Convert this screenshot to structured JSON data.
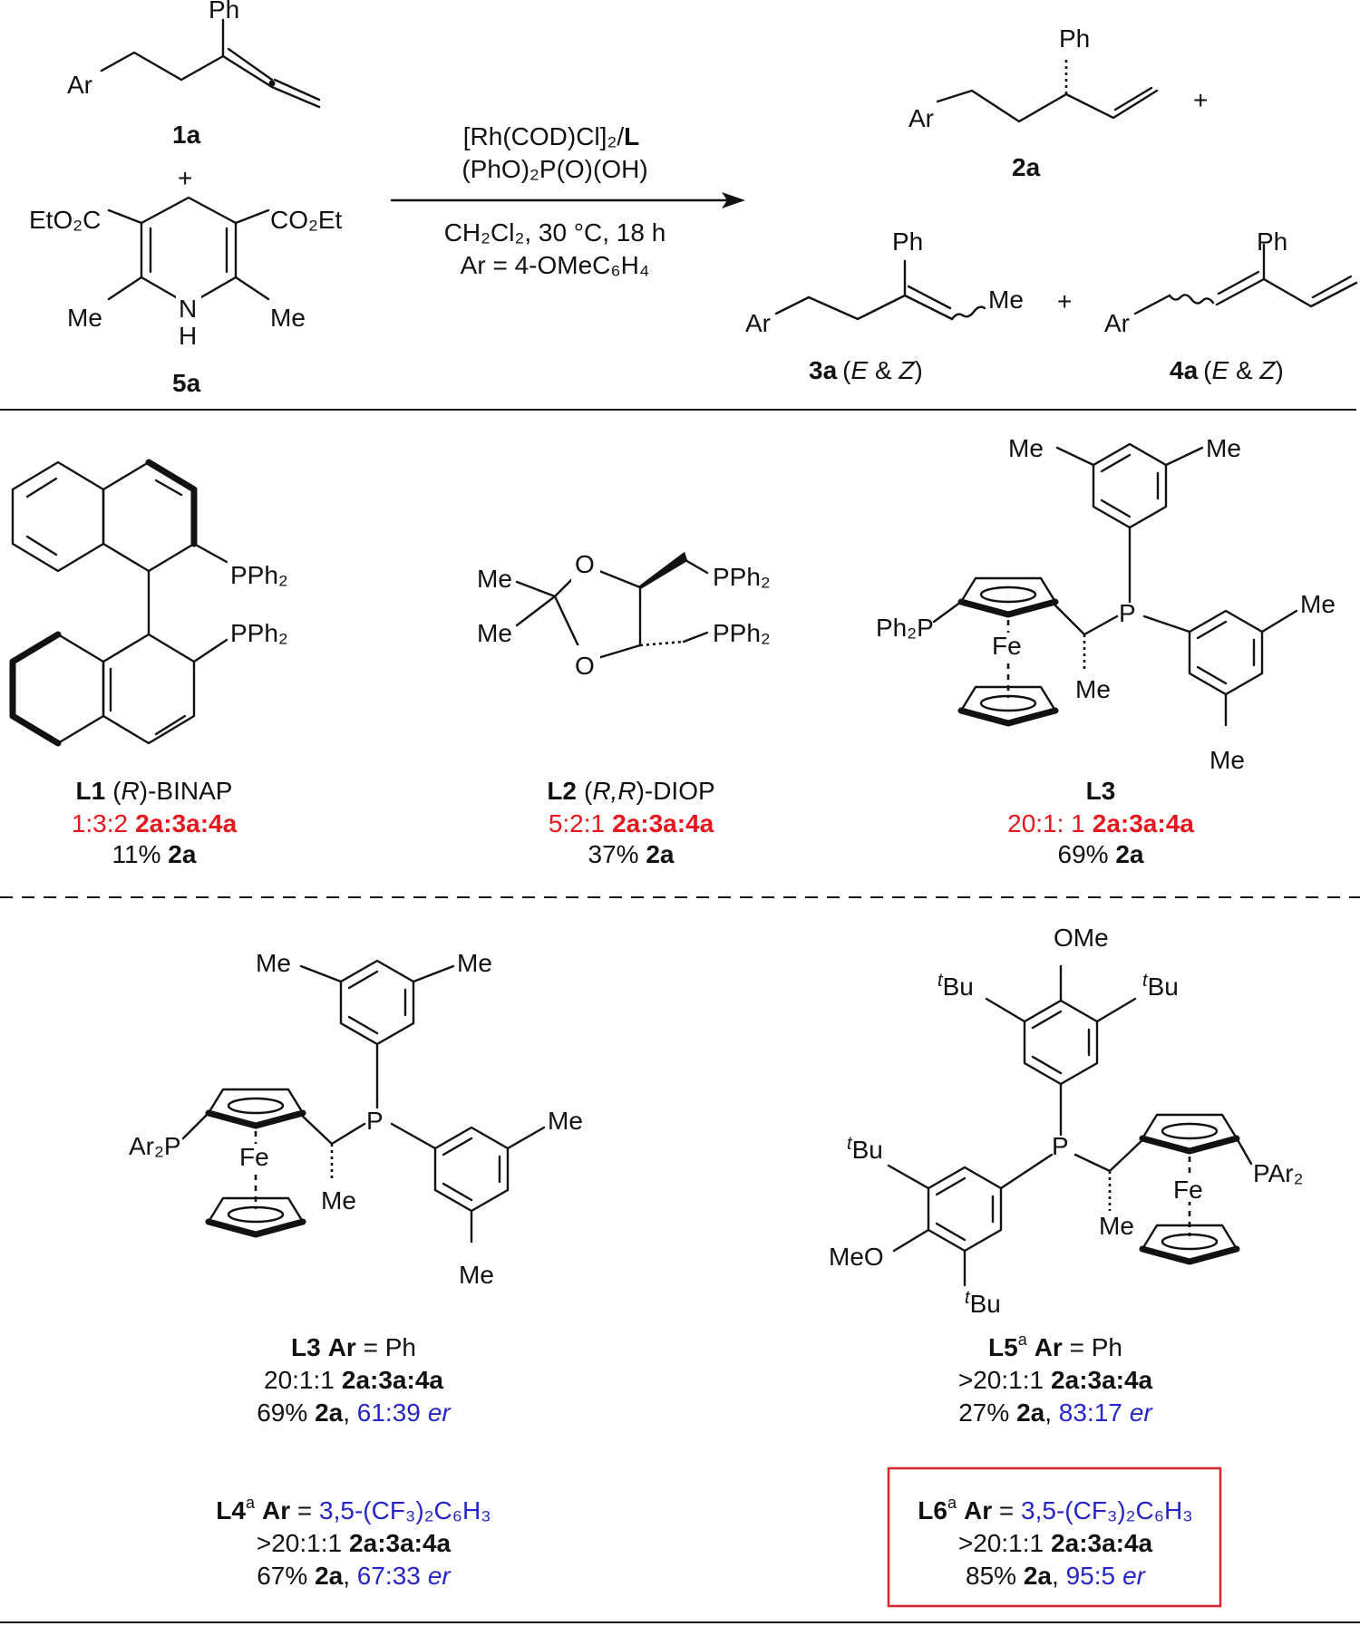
{
  "atoms": {
    "Ph": "Ph",
    "Ar": "Ar",
    "Me": "Me",
    "EtO2C": "EtO₂C",
    "CO2Et": "CO₂Et",
    "N": "N",
    "H": "H",
    "PPh2": "PPh₂",
    "O": "O",
    "Fe": "Fe",
    "P": "P",
    "Ph2P": "Ph₂P",
    "Ar2P": "Ar₂P",
    "PAr2": "PAr₂",
    "OMe": "OMe",
    "MeO": "MeO",
    "tBu": "Bu",
    "t": "t"
  },
  "scheme": {
    "labels": {
      "1a": "1a",
      "2a": "2a",
      "5a": "5a",
      "3a": "3a",
      "4a": "4a",
      "plus": "+"
    },
    "ez": [
      "(",
      "E",
      " & ",
      "Z",
      ")"
    ],
    "conditions": {
      "line1": "[Rh(COD)Cl]₂/",
      "line1_bold": "L",
      "line2": "(PhO)₂P(O)(OH)",
      "line3": "CH₂Cl₂, 30 °C, 18 h",
      "line4": "Ar = 4-OMeC₆H₄"
    }
  },
  "ligands": {
    "L1": {
      "name": "L1",
      "desc_pre": "(",
      "desc_it": "R",
      "desc_post": ")-BINAP",
      "ratio": "1:3:2",
      "ratio_label": "2a:3a:4a",
      "yield": "11% ",
      "yield_cmpd": "2a"
    },
    "L2": {
      "name": "L2",
      "desc_pre": "(",
      "desc_it": "R,R",
      "desc_post": ")-DIOP",
      "ratio": "5:2:1",
      "ratio_label": "2a:3a:4a",
      "yield": "37% ",
      "yield_cmpd": "2a"
    },
    "L3top": {
      "name": "L3",
      "ratio": "20:1: 1",
      "ratio_label": "2a:3a:4a",
      "yield": "69% ",
      "yield_cmpd": "2a"
    },
    "L3": {
      "name": "L3",
      "ar": "Ar",
      "ar_val": " = Ph",
      "ratio": "20:1:1",
      "ratio_label": "2a:3a:4a",
      "yield": "69% ",
      "yield_cmpd": "2a",
      "er": "61:39",
      "er_it": "er"
    },
    "L5": {
      "name": "L5",
      "sup": "a",
      "ar": "Ar",
      "ar_val": " = Ph",
      "ratio": ">20:1:1",
      "ratio_label": "2a:3a:4a",
      "yield": "27% ",
      "yield_cmpd": "2a",
      "er": "83:17",
      "er_it": "er"
    },
    "L4": {
      "name": "L4",
      "sup": "a",
      "ar": "Ar",
      "ar_val": "3,5-(CF₃)₂C₆H₃",
      "ratio": ">20:1:1",
      "ratio_label": "2a:3a:4a",
      "yield": "67% ",
      "yield_cmpd": "2a",
      "er": "67:33",
      "er_it": "er"
    },
    "L6": {
      "name": "L6",
      "sup": "a",
      "ar": "Ar",
      "ar_val": "3,5-(CF₃)₂C₆H₃",
      "ratio": ">20:1:1",
      "ratio_label": "2a:3a:4a",
      "yield": "85% ",
      "yield_cmpd": "2a",
      "er": "95:5",
      "er_it": "er"
    }
  },
  "colors": {
    "highlight_red": "#e8161d",
    "value_blue": "#2626c8",
    "box_red": "#d8232a"
  }
}
